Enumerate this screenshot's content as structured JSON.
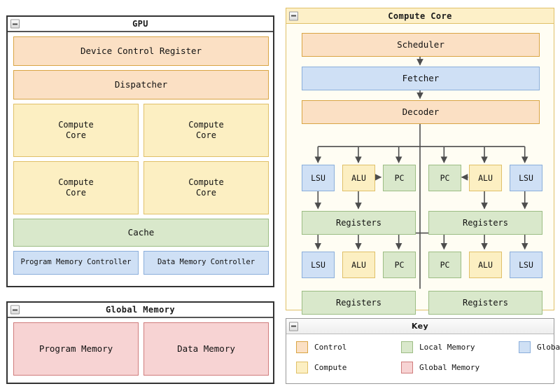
{
  "gpu_panel": {
    "title": "GPU",
    "collapse_icon": "minus-square-icon",
    "blocks": {
      "device_control_register": "Device Control Register",
      "dispatcher": "Dispatcher",
      "compute_core_0": "Compute\nCore",
      "compute_core_1": "Compute\nCore",
      "compute_core_2": "Compute\nCore",
      "compute_core_3": "Compute\nCore",
      "cache": "Cache",
      "program_memory_controller": "Program Memory Controller",
      "data_memory_controller": "Data Memory Controller"
    }
  },
  "global_memory_panel": {
    "title": "Global Memory",
    "collapse_icon": "minus-square-icon",
    "blocks": {
      "program_memory": "Program Memory",
      "data_memory": "Data Memory"
    }
  },
  "compute_core_panel": {
    "title": "Compute Core",
    "collapse_icon": "minus-square-icon",
    "blocks": {
      "scheduler": "Scheduler",
      "fetcher": "Fetcher",
      "decoder": "Decoder"
    },
    "thread_rows": [
      {
        "left_group": {
          "units": [
            "LSU",
            "ALU",
            "PC"
          ],
          "registers": "Registers"
        },
        "right_group": {
          "units": [
            "PC",
            "ALU",
            "LSU"
          ],
          "registers": "Registers"
        }
      },
      {
        "left_group": {
          "units": [
            "LSU",
            "ALU",
            "PC"
          ],
          "registers": "Registers"
        },
        "right_group": {
          "units": [
            "PC",
            "ALU",
            "LSU"
          ],
          "registers": "Registers"
        }
      }
    ]
  },
  "key_panel": {
    "title": "Key",
    "collapse_icon": "minus-square-icon",
    "entries": [
      {
        "label": "Control",
        "color": "#fbe0c4"
      },
      {
        "label": "Local Memory",
        "color": "#d9e8cb"
      },
      {
        "label": "Global Memory Access",
        "color": "#cfe0f5"
      },
      {
        "label": "Compute",
        "color": "#fcefc2"
      },
      {
        "label": "Global Memory",
        "color": "#f7d3d3"
      }
    ]
  },
  "palette": {
    "control": "#fbe0c4",
    "compute": "#fcefc2",
    "local_memory": "#d9e8cb",
    "global_memory": "#f7d3d3",
    "global_memory_access": "#cfe0f5",
    "wire": "#4d4d4d"
  }
}
